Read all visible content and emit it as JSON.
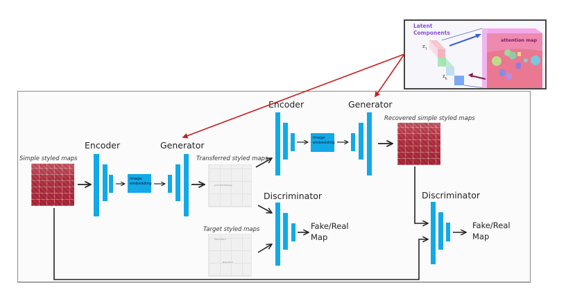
{
  "diagram": {
    "title": "Map style transfer GAN architecture with latent components",
    "colors": {
      "network_bar": "#12a9e6",
      "attention_arrow": "#c81e1e",
      "flow_arrow": "#222222",
      "inset_title": "#8a4fd8"
    },
    "stage1": {
      "input_label": "Simple styled maps",
      "encoder_label": "Encoder",
      "embedding_label": "Image embedding",
      "generator_label": "Generator",
      "output_label": "Transferred styled maps"
    },
    "stage2": {
      "encoder_label": "Encoder",
      "embedding_label": "Image embedding",
      "generator_label": "Generator",
      "output_label": "Recovered simple styled maps"
    },
    "discriminator1": {
      "label": "Discriminator",
      "target_label": "Target styled maps",
      "output_line1": "Fake/Real",
      "output_line2": "Map"
    },
    "discriminator2": {
      "label": "Discriminator",
      "output_line1": "Fake/Real",
      "output_line2": "Map"
    },
    "inset": {
      "title_line1": "Latent",
      "title_line2": "Components",
      "z_first": "z",
      "z_first_sub": "1",
      "z_last": "z",
      "z_last_sub": "k",
      "attention_label": "attention map"
    },
    "map_snippets": {
      "transferred_street": "Cold Hill Midtown",
      "target_street_1": "Pierce Blvd",
      "target_street_2": "Race Blvd"
    }
  }
}
